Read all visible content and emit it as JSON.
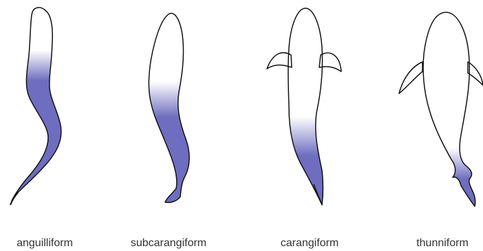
{
  "figure": {
    "labels": [
      "anguilliform",
      "subcarangiform",
      "carangiform",
      "thunniform"
    ],
    "fill_color": "#6e6dbf",
    "outline_color": "#111111",
    "background_color": "#ffffff"
  }
}
